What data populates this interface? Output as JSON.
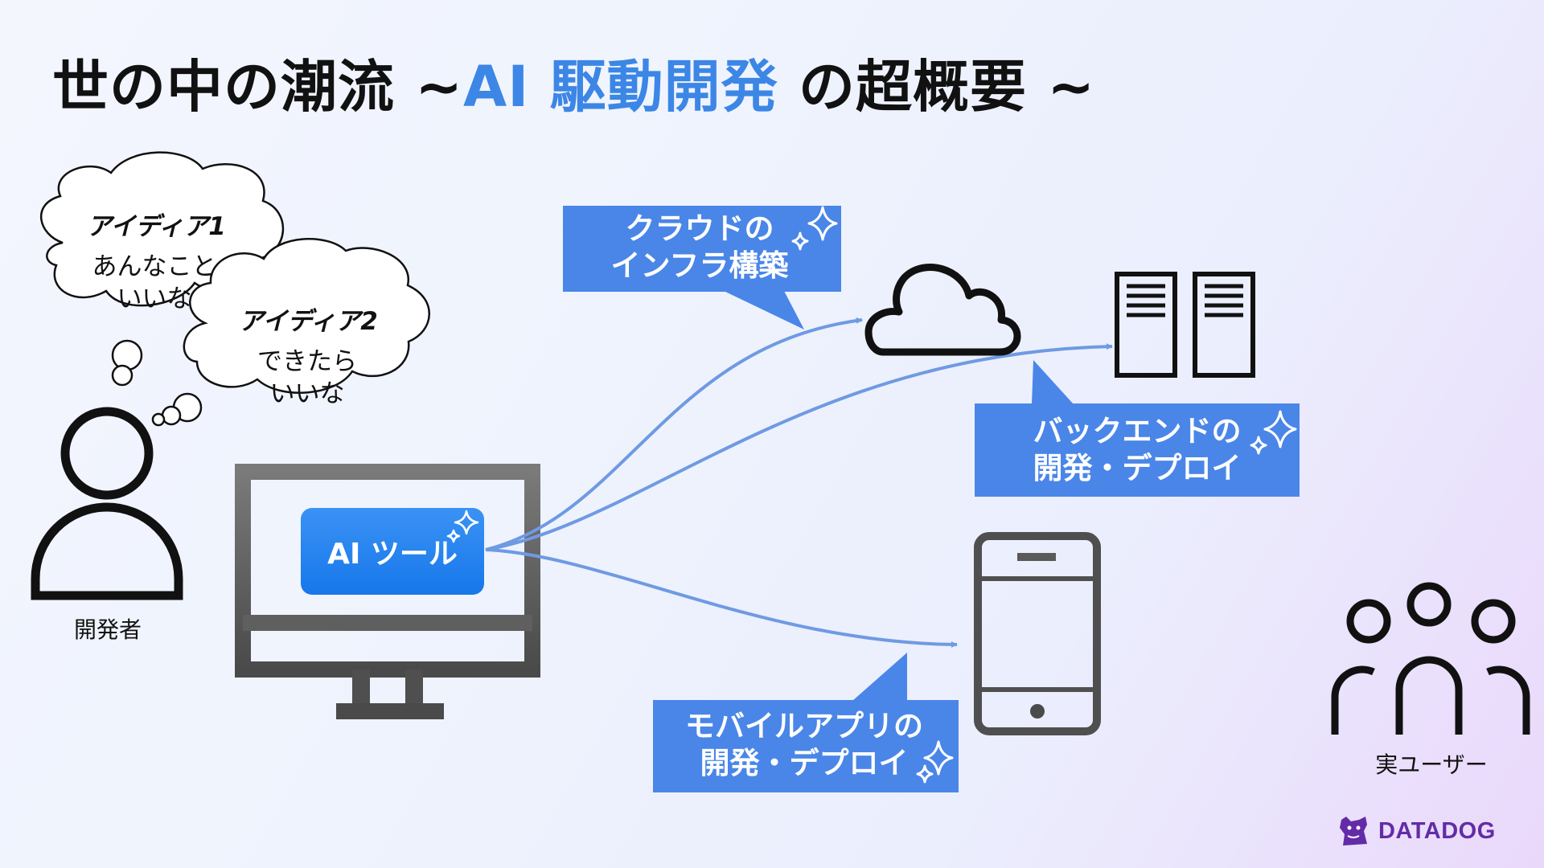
{
  "title": {
    "main": "世の中の潮流 ~",
    "accent": "AI 駆動開発",
    "tail": " の超概要 ~"
  },
  "developer": {
    "label": "開発者"
  },
  "ideas": [
    {
      "title": "アイディア1",
      "body": [
        "あんなこと",
        "いいな"
      ]
    },
    {
      "title": "アイディア2",
      "body": [
        "できたら",
        "いいな"
      ]
    }
  ],
  "ai_tool": {
    "label": "AI ツール"
  },
  "callouts": {
    "cloud": [
      "クラウドの",
      "インフラ構築"
    ],
    "backend": [
      "バックエンドの",
      "開発・デプロイ"
    ],
    "mobile": [
      "モバイルアプリの",
      "開発・デプロイ"
    ]
  },
  "users": {
    "label": "実ユーザー"
  },
  "logo": {
    "text": "DATADOG"
  },
  "colors": {
    "accent": "#3c86e6",
    "callout": "#4a86e8",
    "arrow": "#6f9ae3",
    "logo": "#632ca6",
    "icon": "#111111",
    "monitor": "#5f5f5f"
  }
}
